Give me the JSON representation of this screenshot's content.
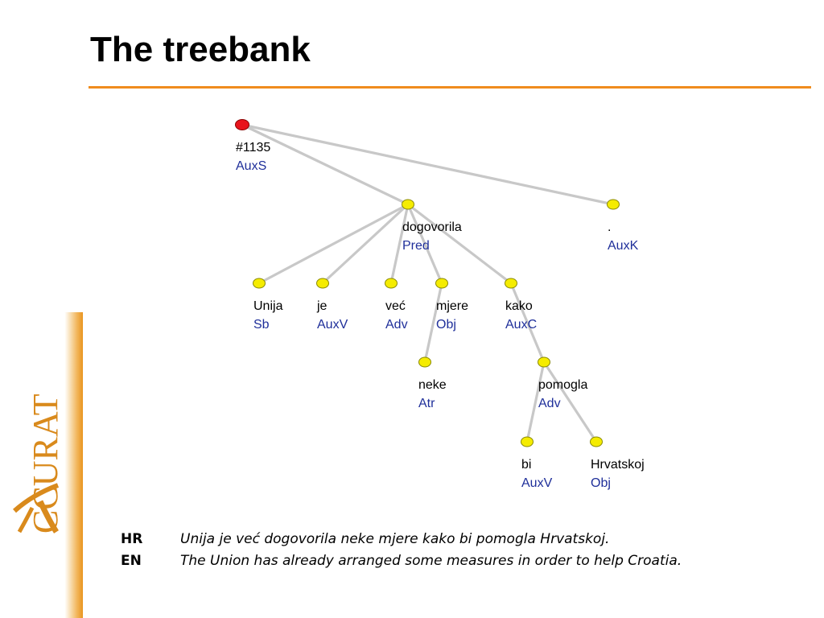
{
  "slide": {
    "title": "The treebank"
  },
  "logo": {
    "text": "CCURAT",
    "colors": {
      "brand": "#d98a1c",
      "bar": "#e9951f"
    }
  },
  "tree": {
    "root": {
      "id": "#1135",
      "label": "AuxS"
    },
    "nodes": [
      {
        "id": "dogovorila",
        "word": "dogovorila",
        "label": "Pred",
        "parent": "#1135"
      },
      {
        "id": "period",
        "word": ".",
        "label": "AuxK",
        "parent": "#1135"
      },
      {
        "id": "unija",
        "word": "Unija",
        "label": "Sb",
        "parent": "dogovorila"
      },
      {
        "id": "je",
        "word": "je",
        "label": "AuxV",
        "parent": "dogovorila"
      },
      {
        "id": "vec",
        "word": "već",
        "label": "Adv",
        "parent": "dogovorila"
      },
      {
        "id": "mjere",
        "word": "mjere",
        "label": "Obj",
        "parent": "dogovorila"
      },
      {
        "id": "kako",
        "word": "kako",
        "label": "AuxC",
        "parent": "dogovorila"
      },
      {
        "id": "neke",
        "word": "neke",
        "label": "Atr",
        "parent": "mjere"
      },
      {
        "id": "pomogla",
        "word": "pomogla",
        "label": "Adv",
        "parent": "kako"
      },
      {
        "id": "bi",
        "word": "bi",
        "label": "AuxV",
        "parent": "pomogla"
      },
      {
        "id": "hrvatskoj",
        "word": "Hrvatskoj",
        "label": "Obj",
        "parent": "pomogla"
      }
    ],
    "colors": {
      "root_node": "#e8141c",
      "node": "#f5ec00",
      "edge": "#c8c8c8",
      "func_label": "#1f2f9a"
    }
  },
  "translations": [
    {
      "lang": "HR",
      "text": "Unija je već dogovorila neke mjere kako bi pomogla Hrvatskoj."
    },
    {
      "lang": "EN",
      "text": "The Union has already arranged some measures in order to help Croatia."
    }
  ]
}
